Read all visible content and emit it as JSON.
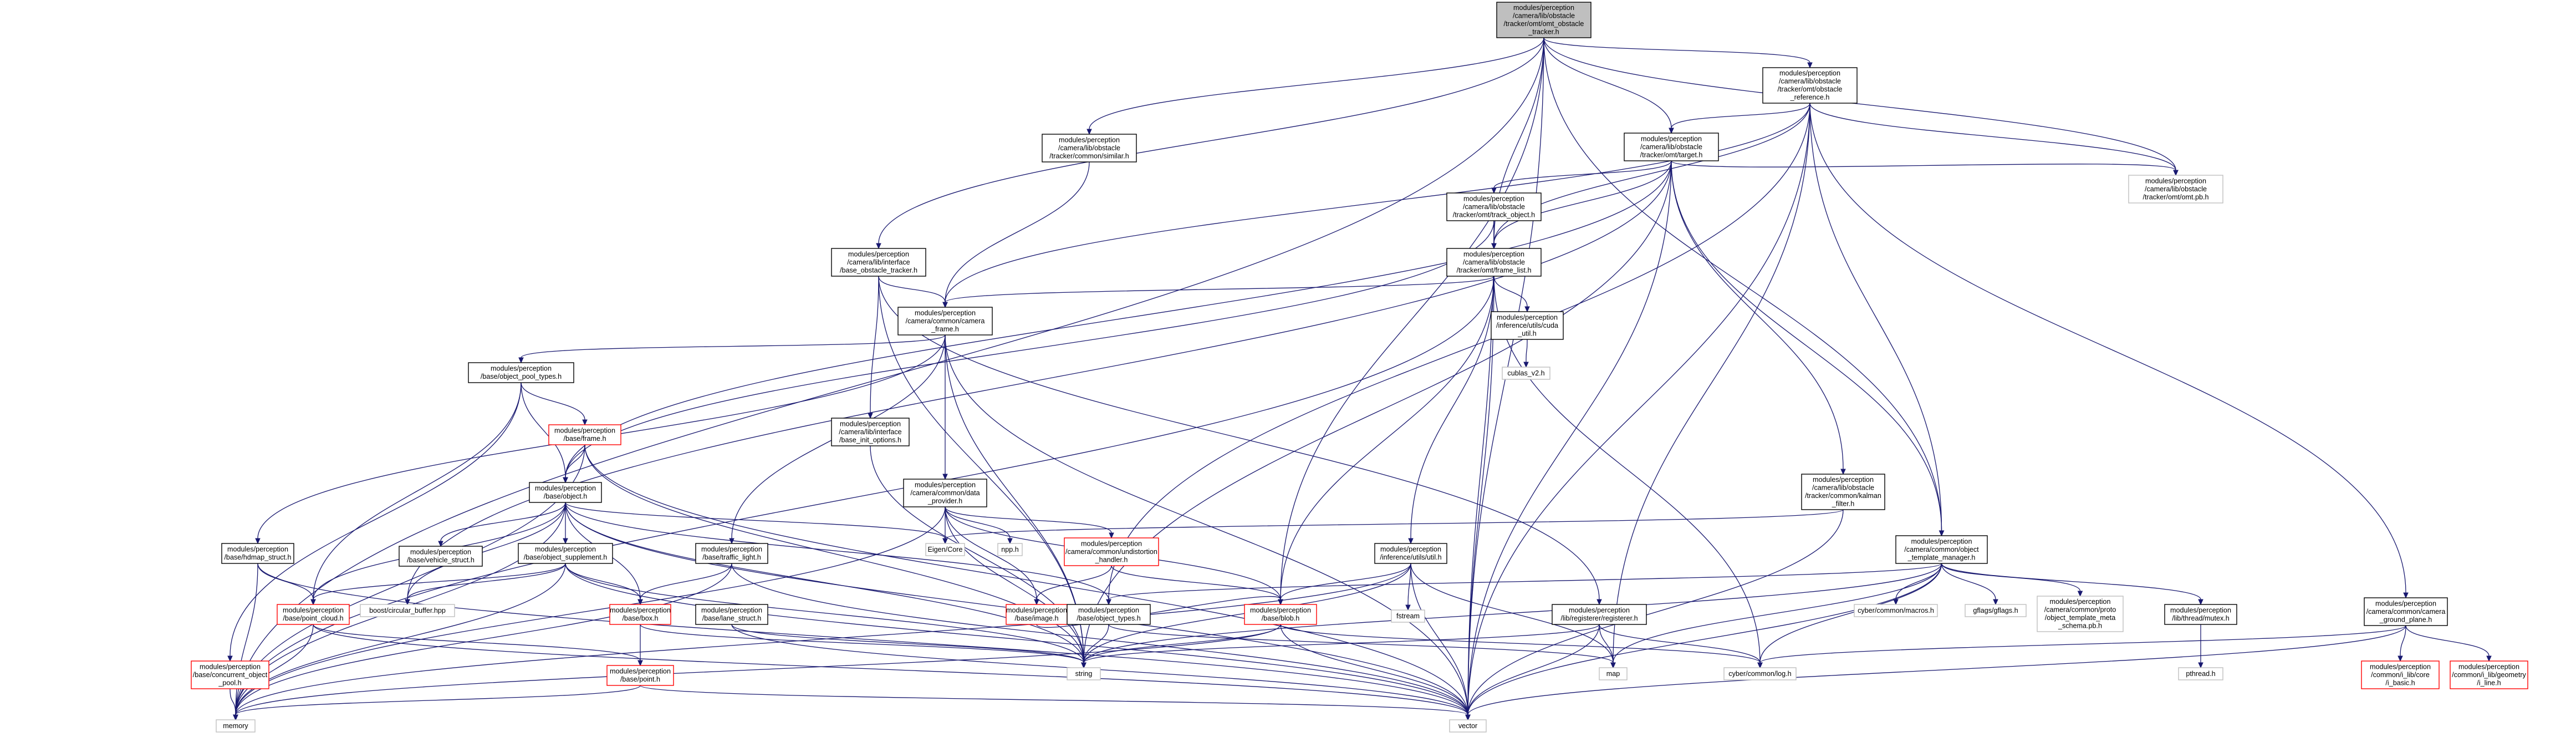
{
  "nodes": [
    {
      "id": "root",
      "style": "root",
      "lines": [
        "modules/perception",
        "/camera/lib/obstacle",
        "/tracker/omt/omt_obstacle",
        "_tracker.h"
      ]
    },
    {
      "id": "omt_ref",
      "style": "normal",
      "lines": [
        "modules/perception",
        "/camera/lib/obstacle",
        "/tracker/omt/obstacle",
        "_reference.h"
      ]
    },
    {
      "id": "similar",
      "style": "normal",
      "lines": [
        "modules/perception",
        "/camera/lib/obstacle",
        "/tracker/common/similar.h"
      ]
    },
    {
      "id": "target",
      "style": "normal",
      "lines": [
        "modules/perception",
        "/camera/lib/obstacle",
        "/tracker/omt/target.h"
      ]
    },
    {
      "id": "omt_pb",
      "style": "ext",
      "lines": [
        "modules/perception",
        "/camera/lib/obstacle",
        "/tracker/omt/omt.pb.h"
      ]
    },
    {
      "id": "track_obj",
      "style": "normal",
      "lines": [
        "modules/perception",
        "/camera/lib/obstacle",
        "/tracker/omt/track_object.h"
      ]
    },
    {
      "id": "base_obs",
      "style": "normal",
      "lines": [
        "modules/perception",
        "/camera/lib/interface",
        "/base_obstacle_tracker.h"
      ]
    },
    {
      "id": "frame_list",
      "style": "normal",
      "lines": [
        "modules/perception",
        "/camera/lib/obstacle",
        "/tracker/omt/frame_list.h"
      ]
    },
    {
      "id": "cuda_util",
      "style": "normal",
      "lines": [
        "modules/perception",
        "/inference/utils/cuda",
        "_util.h"
      ]
    },
    {
      "id": "cublas",
      "style": "ext",
      "lines": [
        "cublas_v2.h"
      ]
    },
    {
      "id": "cam_frame",
      "style": "normal",
      "lines": [
        "modules/perception",
        "/camera/common/camera",
        "_frame.h"
      ]
    },
    {
      "id": "pool_types",
      "style": "normal",
      "lines": [
        "modules/perception",
        "/base/object_pool_types.h"
      ]
    },
    {
      "id": "base_init",
      "style": "normal",
      "lines": [
        "modules/perception",
        "/camera/lib/interface",
        "/base_init_options.h"
      ]
    },
    {
      "id": "base_frame",
      "style": "trunc",
      "lines": [
        "modules/perception",
        "/base/frame.h"
      ]
    },
    {
      "id": "kalman",
      "style": "normal",
      "lines": [
        "modules/perception",
        "/camera/lib/obstacle",
        "/tracker/common/kalman",
        "_filter.h"
      ]
    },
    {
      "id": "data_provider",
      "style": "normal",
      "lines": [
        "modules/perception",
        "/camera/common/data",
        "_provider.h"
      ]
    },
    {
      "id": "base_object",
      "style": "normal",
      "lines": [
        "modules/perception",
        "/base/object.h"
      ]
    },
    {
      "id": "eigen",
      "style": "ext",
      "lines": [
        "Eigen/Core"
      ]
    },
    {
      "id": "npp",
      "style": "ext",
      "lines": [
        "npp.h"
      ]
    },
    {
      "id": "undist",
      "style": "trunc",
      "lines": [
        "modules/perception",
        "/camera/common/undistortion",
        "_handler.h"
      ]
    },
    {
      "id": "hdmap",
      "style": "normal",
      "lines": [
        "modules/perception",
        "/base/hdmap_struct.h"
      ]
    },
    {
      "id": "vehicle",
      "style": "normal",
      "lines": [
        "modules/perception",
        "/base/vehicle_struct.h"
      ]
    },
    {
      "id": "supplement",
      "style": "normal",
      "lines": [
        "modules/perception",
        "/base/object_supplement.h"
      ]
    },
    {
      "id": "traffic",
      "style": "normal",
      "lines": [
        "modules/perception",
        "/base/traffic_light.h"
      ]
    },
    {
      "id": "infer_util",
      "style": "normal",
      "lines": [
        "modules/perception",
        "/inference/utils/util.h"
      ]
    },
    {
      "id": "tmpl_mgr",
      "style": "normal",
      "lines": [
        "modules/perception",
        "/camera/common/object",
        "_template_manager.h"
      ]
    },
    {
      "id": "ground_plane",
      "style": "normal",
      "lines": [
        "modules/perception",
        "/camera/common/camera",
        "_ground_plane.h"
      ]
    },
    {
      "id": "point_cloud",
      "style": "trunc",
      "lines": [
        "modules/perception",
        "/base/point_cloud.h"
      ]
    },
    {
      "id": "circular",
      "style": "ext",
      "lines": [
        "boost/circular_buffer.hpp"
      ]
    },
    {
      "id": "base_box",
      "style": "trunc",
      "lines": [
        "modules/perception",
        "/base/box.h"
      ]
    },
    {
      "id": "lane",
      "style": "normal",
      "lines": [
        "modules/perception",
        "/base/lane_struct.h"
      ]
    },
    {
      "id": "base_image",
      "style": "trunc",
      "lines": [
        "modules/perception",
        "/base/image.h"
      ]
    },
    {
      "id": "obj_types",
      "style": "normal",
      "lines": [
        "modules/perception",
        "/base/object_types.h"
      ]
    },
    {
      "id": "blob",
      "style": "trunc",
      "lines": [
        "modules/perception",
        "/base/blob.h"
      ]
    },
    {
      "id": "fstream",
      "style": "ext",
      "lines": [
        "fstream"
      ]
    },
    {
      "id": "registerer",
      "style": "normal",
      "lines": [
        "modules/perception",
        "/lib/registerer/registerer.h"
      ]
    },
    {
      "id": "cyber_macros",
      "style": "ext",
      "lines": [
        "cyber/common/macros.h"
      ]
    },
    {
      "id": "gflags",
      "style": "ext",
      "lines": [
        "gflags/gflags.h"
      ]
    },
    {
      "id": "proto_meta",
      "style": "ext",
      "lines": [
        "modules/perception",
        "/camera/common/proto",
        "/object_template_meta",
        "_schema.pb.h"
      ]
    },
    {
      "id": "mutex",
      "style": "normal",
      "lines": [
        "modules/perception",
        "/lib/thread/mutex.h"
      ]
    },
    {
      "id": "pthread",
      "style": "ext",
      "lines": [
        "pthread.h"
      ]
    },
    {
      "id": "conc_pool",
      "style": "trunc",
      "lines": [
        "modules/perception",
        "/base/concurrent_object",
        "_pool.h"
      ]
    },
    {
      "id": "base_point",
      "style": "trunc",
      "lines": [
        "modules/perception",
        "/base/point.h"
      ]
    },
    {
      "id": "std_string",
      "style": "ext",
      "lines": [
        "string"
      ]
    },
    {
      "id": "std_map",
      "style": "ext",
      "lines": [
        "map"
      ]
    },
    {
      "id": "cyber_log",
      "style": "ext",
      "lines": [
        "cyber/common/log.h"
      ]
    },
    {
      "id": "i_lib_base",
      "style": "trunc",
      "lines": [
        "modules/perception",
        "/common/i_lib/core",
        "/i_basic.h"
      ]
    },
    {
      "id": "i_lib_geom",
      "style": "trunc",
      "lines": [
        "modules/perception",
        "/common/i_lib/geometry",
        "/i_line.h"
      ]
    },
    {
      "id": "memory",
      "style": "ext",
      "lines": [
        "memory"
      ]
    },
    {
      "id": "vector",
      "style": "ext",
      "lines": [
        "vector"
      ]
    }
  ],
  "edges": [
    [
      "root",
      "omt_ref"
    ],
    [
      "root",
      "similar"
    ],
    [
      "root",
      "target"
    ],
    [
      "root",
      "base_obs"
    ],
    [
      "root",
      "frame_list"
    ],
    [
      "root",
      "omt_pb"
    ],
    [
      "root",
      "tmpl_mgr"
    ],
    [
      "root",
      "blob"
    ],
    [
      "root",
      "memory"
    ],
    [
      "root",
      "vector"
    ],
    [
      "omt_ref",
      "target"
    ],
    [
      "omt_ref",
      "omt_pb"
    ],
    [
      "omt_ref",
      "frame_list"
    ],
    [
      "omt_ref",
      "cam_frame"
    ],
    [
      "omt_ref",
      "tmpl_mgr"
    ],
    [
      "omt_ref",
      "ground_plane"
    ],
    [
      "omt_ref",
      "std_map"
    ],
    [
      "omt_ref",
      "vector"
    ],
    [
      "omt_ref",
      "obj_types"
    ],
    [
      "similar",
      "cam_frame"
    ],
    [
      "target",
      "track_obj"
    ],
    [
      "target",
      "frame_list"
    ],
    [
      "target",
      "omt_pb"
    ],
    [
      "target",
      "kalman"
    ],
    [
      "target",
      "tmpl_mgr"
    ],
    [
      "target",
      "base_object"
    ],
    [
      "target",
      "circular"
    ],
    [
      "target",
      "std_string"
    ],
    [
      "target",
      "vector"
    ],
    [
      "track_obj",
      "frame_list"
    ],
    [
      "track_obj",
      "base_object"
    ],
    [
      "track_obj",
      "vector"
    ],
    [
      "base_obs",
      "cam_frame"
    ],
    [
      "base_obs",
      "base_init"
    ],
    [
      "base_obs",
      "registerer"
    ],
    [
      "base_obs",
      "std_string"
    ],
    [
      "frame_list",
      "cam_frame"
    ],
    [
      "frame_list",
      "cuda_util"
    ],
    [
      "frame_list",
      "infer_util"
    ],
    [
      "frame_list",
      "blob"
    ],
    [
      "frame_list",
      "cyber_log"
    ],
    [
      "frame_list",
      "vector"
    ],
    [
      "frame_list",
      "memory"
    ],
    [
      "cuda_util",
      "cublas"
    ],
    [
      "cam_frame",
      "pool_types"
    ],
    [
      "cam_frame",
      "data_provider"
    ],
    [
      "cam_frame",
      "hdmap"
    ],
    [
      "cam_frame",
      "traffic"
    ],
    [
      "cam_frame",
      "std_string"
    ],
    [
      "cam_frame",
      "vector"
    ],
    [
      "pool_types",
      "base_frame"
    ],
    [
      "pool_types",
      "base_object"
    ],
    [
      "pool_types",
      "conc_pool"
    ],
    [
      "pool_types",
      "point_cloud"
    ],
    [
      "base_frame",
      "base_object"
    ],
    [
      "base_frame",
      "memory"
    ],
    [
      "base_frame",
      "std_string"
    ],
    [
      "base_frame",
      "vector"
    ],
    [
      "base_init",
      "std_string"
    ],
    [
      "kalman",
      "eigen"
    ],
    [
      "kalman",
      "vector"
    ],
    [
      "data_provider",
      "undist"
    ],
    [
      "data_provider",
      "base_image"
    ],
    [
      "data_provider",
      "blob"
    ],
    [
      "data_provider",
      "eigen"
    ],
    [
      "data_provider",
      "npp"
    ],
    [
      "data_provider",
      "std_string"
    ],
    [
      "data_provider",
      "memory"
    ],
    [
      "base_object",
      "vehicle"
    ],
    [
      "base_object",
      "supplement"
    ],
    [
      "base_object",
      "point_cloud"
    ],
    [
      "base_object",
      "circular"
    ],
    [
      "base_object",
      "obj_types"
    ],
    [
      "base_object",
      "base_box"
    ],
    [
      "base_object",
      "eigen"
    ],
    [
      "base_object",
      "memory"
    ],
    [
      "base_object",
      "vector"
    ],
    [
      "base_object",
      "std_string"
    ],
    [
      "undist",
      "base_image"
    ],
    [
      "undist",
      "blob"
    ],
    [
      "hdmap",
      "point_cloud"
    ],
    [
      "hdmap",
      "memory"
    ],
    [
      "hdmap",
      "vector"
    ],
    [
      "supplement",
      "point_cloud"
    ],
    [
      "supplement",
      "base_box"
    ],
    [
      "supplement",
      "circular"
    ],
    [
      "supplement",
      "memory"
    ],
    [
      "supplement",
      "vector"
    ],
    [
      "supplement",
      "std_string"
    ],
    [
      "traffic",
      "base_box"
    ],
    [
      "traffic",
      "memory"
    ],
    [
      "traffic",
      "vector"
    ],
    [
      "infer_util",
      "blob"
    ],
    [
      "infer_util",
      "fstream"
    ],
    [
      "infer_util",
      "std_map"
    ],
    [
      "infer_util",
      "std_string"
    ],
    [
      "infer_util",
      "memory"
    ],
    [
      "infer_util",
      "vector"
    ],
    [
      "tmpl_mgr",
      "obj_types"
    ],
    [
      "tmpl_mgr",
      "cyber_macros"
    ],
    [
      "tmpl_mgr",
      "gflags"
    ],
    [
      "tmpl_mgr",
      "proto_meta"
    ],
    [
      "tmpl_mgr",
      "mutex"
    ],
    [
      "tmpl_mgr",
      "std_map"
    ],
    [
      "tmpl_mgr",
      "std_string"
    ],
    [
      "tmpl_mgr",
      "cyber_log"
    ],
    [
      "tmpl_mgr",
      "vector"
    ],
    [
      "ground_plane",
      "i_lib_base"
    ],
    [
      "ground_plane",
      "i_lib_geom"
    ],
    [
      "ground_plane",
      "cyber_log"
    ],
    [
      "ground_plane",
      "vector"
    ],
    [
      "point_cloud",
      "base_point"
    ],
    [
      "point_cloud",
      "memory"
    ],
    [
      "point_cloud",
      "vector"
    ],
    [
      "base_box",
      "base_point"
    ],
    [
      "base_box",
      "std_string"
    ],
    [
      "lane",
      "std_string"
    ],
    [
      "lane",
      "vector"
    ],
    [
      "base_image",
      "blob"
    ],
    [
      "obj_types",
      "std_map"
    ],
    [
      "obj_types",
      "std_string"
    ],
    [
      "blob",
      "cyber_log"
    ],
    [
      "blob",
      "memory"
    ],
    [
      "blob",
      "vector"
    ],
    [
      "blob",
      "std_string"
    ],
    [
      "registerer",
      "std_map"
    ],
    [
      "registerer",
      "std_string"
    ],
    [
      "registerer",
      "cyber_log"
    ],
    [
      "registerer",
      "vector"
    ],
    [
      "mutex",
      "pthread"
    ],
    [
      "conc_pool",
      "memory"
    ],
    [
      "base_point",
      "memory"
    ],
    [
      "base_point",
      "vector"
    ]
  ]
}
